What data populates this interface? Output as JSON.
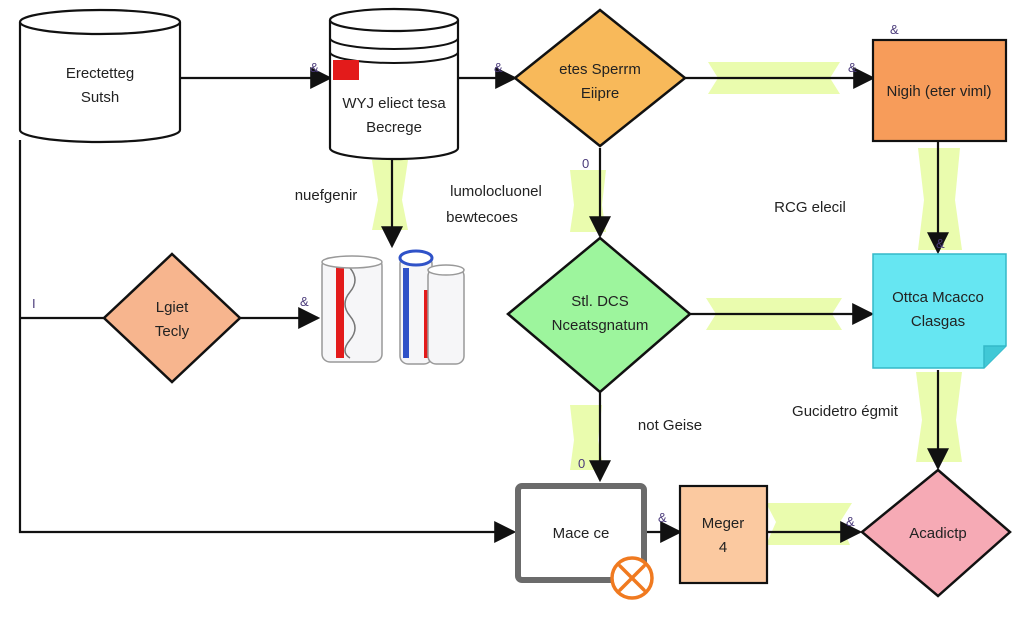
{
  "nodes": {
    "db_left": {
      "line1": "Erectetteg",
      "line2": "Sutsh"
    },
    "db_top": {
      "line1": "WYJ eliect tesa",
      "line2": "Becrege"
    },
    "decision_top": {
      "line1": "etes Sperrm",
      "line2": "Eiipre"
    },
    "box_top_right": {
      "text": "Nigih (eter viml)"
    },
    "decision_left": {
      "line1": "Lgiet",
      "line2": "Tecly"
    },
    "decision_mid": {
      "line1": "Stl. DCS",
      "line2": "Nceatsgnatum"
    },
    "note_right": {
      "line1": "Ottca Mcacco",
      "line2": "Clasgas"
    },
    "box_bottom_mid": {
      "text": "Mace ce"
    },
    "box_bottom_small": {
      "line1": "Meger",
      "line2": "4"
    },
    "decision_bottom_right": {
      "text": "Acadictp"
    }
  },
  "labels": {
    "nuefgenir": "nuefgenir",
    "lumolocluonel": "lumolocluonel",
    "bewtecoes": "bewtecoes",
    "rcg_elecil": "RCG elecil",
    "not_geise": "not Geise",
    "gucidetro": "Gucidetro égmit"
  },
  "edge_marks": {
    "m1": "&",
    "m2": "&",
    "m3": "&",
    "m4": "0",
    "m5": "0",
    "m6": "&",
    "m7": "&",
    "m8": "I",
    "m9": "&",
    "m10": "&",
    "m11": "&"
  },
  "colors": {
    "decision_orange": "#f8b95a",
    "decision_green": "#9df59d",
    "decision_peach": "#f7b58e",
    "decision_pink": "#f6aab5",
    "box_orange": "#f79c5a",
    "box_peach": "#fbc9a0",
    "note_cyan": "#66e6f2",
    "highlight": "#e6fca0",
    "accent_red": "#e31b1b",
    "accent_orange_icon": "#f07a20"
  }
}
